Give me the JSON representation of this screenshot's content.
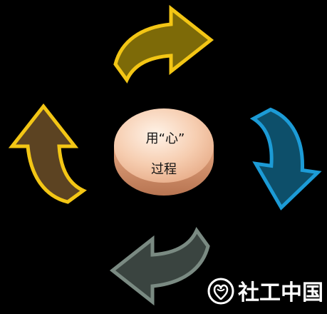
{
  "center": {
    "line1": "用“心”",
    "line2": "过程"
  },
  "arrows": [
    {
      "name": "top-right",
      "fill": "#7d6a08",
      "stroke": "#f3c615"
    },
    {
      "name": "right",
      "fill": "#0d4f6a",
      "stroke": "#1c9bd6"
    },
    {
      "name": "bottom",
      "fill": "#3a4440",
      "stroke": "#7a8a82"
    },
    {
      "name": "left",
      "fill": "#5c4322",
      "stroke": "#f3c615"
    }
  ],
  "watermark": {
    "text": "社工中国"
  }
}
